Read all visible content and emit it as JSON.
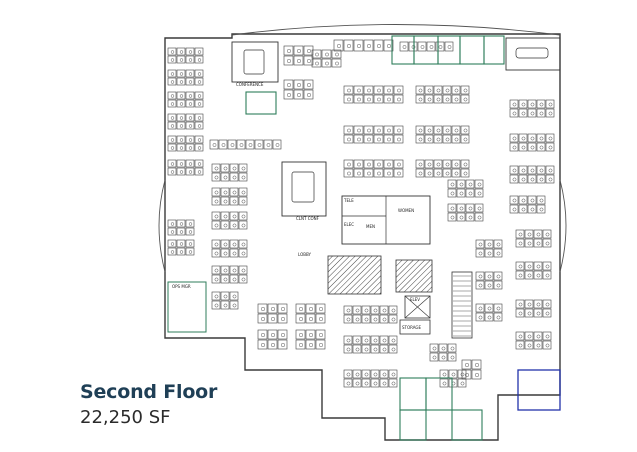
{
  "plan": {
    "title": "Second Floor",
    "area": "22,250 SF",
    "room_labels": {
      "conference": "CONFERENCE",
      "client_conf": "CLNT CONF",
      "tele": "TELE",
      "elec": "ELEC",
      "men": "MEN",
      "women": "WOMEN",
      "lobby": "LOBBY",
      "elev": "ELEV",
      "storage": "STORAGE",
      "ops_mgr": "OPS MGR"
    },
    "colors": {
      "line": "#3a3a3a",
      "green_room": "#2f7d5b",
      "blue_room": "#2233aa",
      "title_text": "#1f3f56"
    }
  }
}
